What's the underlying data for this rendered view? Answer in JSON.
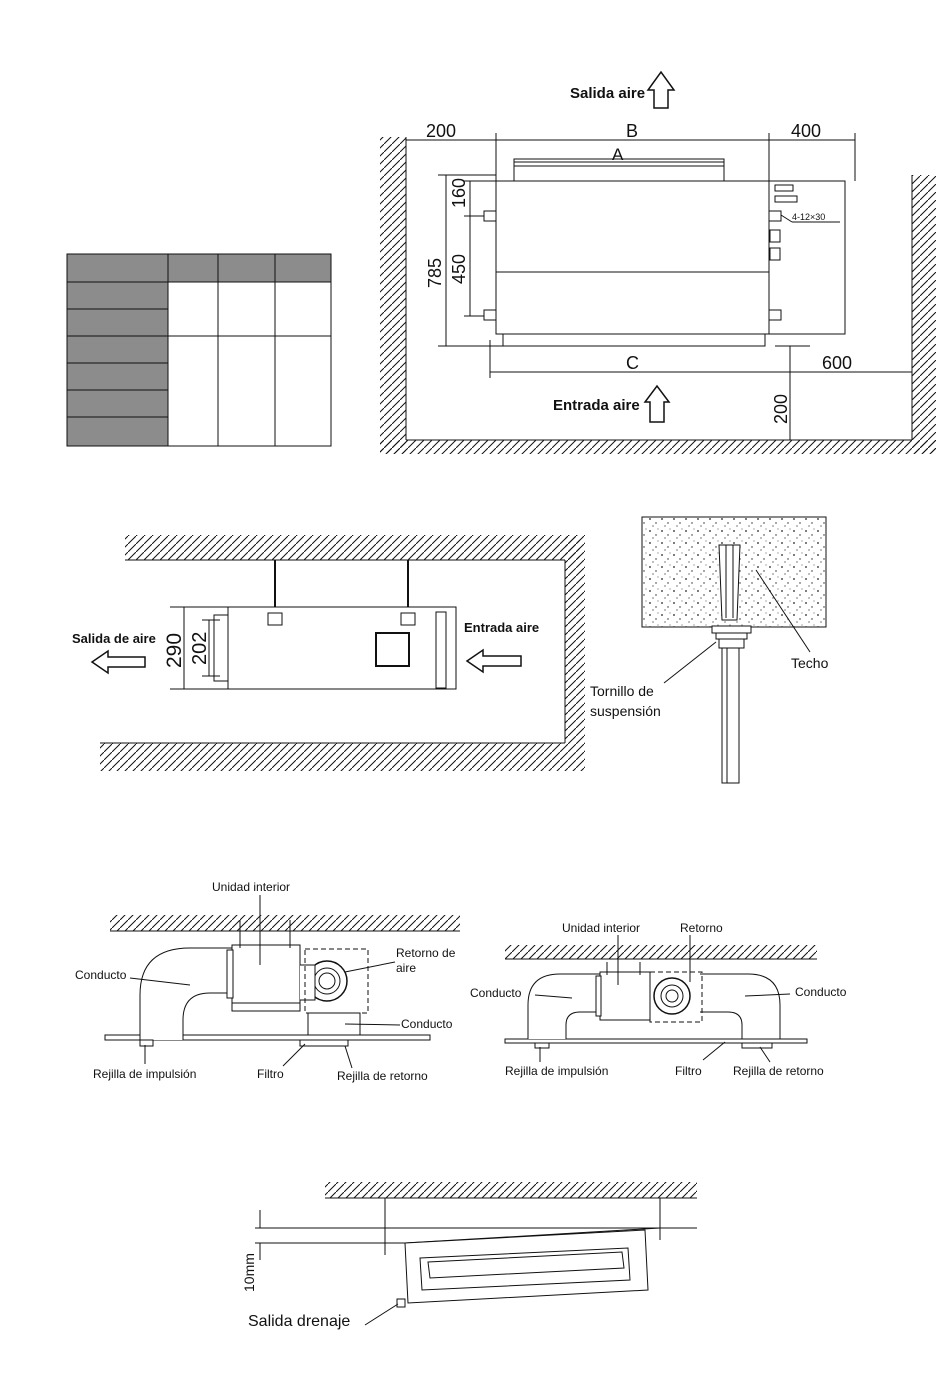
{
  "install_top": {
    "label_air_out": "Salida aire",
    "label_air_in": "Entrada aire",
    "dim_left": "200",
    "dim_B": "B",
    "dim_right": "400",
    "dim_A": "A",
    "dim_C": "C",
    "dim_600": "600",
    "dim_bottom_200": "200",
    "dim_785": "785",
    "dim_160": "160",
    "dim_450": "450",
    "bolt_spec": "4-12×30"
  },
  "side_view": {
    "label_air_out": "Salida de aire",
    "label_air_in": "Entrada aire",
    "dim_290": "290",
    "dim_202": "202"
  },
  "ceiling_detail": {
    "label_ceiling": "Techo",
    "label_bolt_line1": "Tornillo de",
    "label_bolt_line2": "suspensión"
  },
  "duct_left": {
    "unit": "Unidad interior",
    "return_line1": "Retorno de",
    "return_line2": "aire",
    "duct_left": "Conducto",
    "duct_right": "Conducto",
    "supply_grille": "Rejilla de impulsión",
    "filter": "Filtro",
    "return_grille": "Rejilla de retorno"
  },
  "duct_right": {
    "unit": "Unidad interior",
    "return": "Retorno",
    "duct_left": "Conducto",
    "duct_right": "Conducto",
    "supply_grille": "Rejilla de impulsión",
    "filter": "Filtro",
    "return_grille": "Rejilla de retorno"
  },
  "drain": {
    "dim_10mm": "10mm",
    "label_drain": "Salida drenaje"
  }
}
